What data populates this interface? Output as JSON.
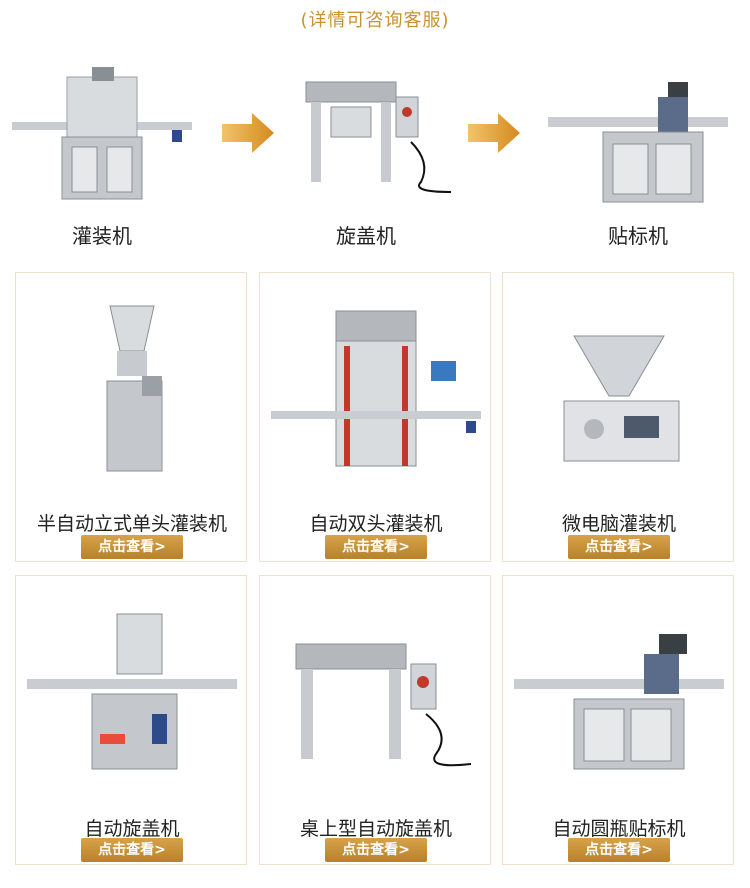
{
  "header": {
    "text": "(详情可咨询客服)"
  },
  "flow": [
    {
      "label": "灌装机",
      "icon": "filling-machine-icon"
    },
    {
      "label": "旋盖机",
      "icon": "capping-machine-icon"
    },
    {
      "label": "贴标机",
      "icon": "labeling-machine-icon"
    }
  ],
  "products": [
    {
      "name": "半自动立式单头灌装机",
      "button": "点击查看>"
    },
    {
      "name": "自动双头灌装机",
      "button": "点击查看>"
    },
    {
      "name": "微电脑灌装机",
      "button": "点击查看>"
    },
    {
      "name": "自动旋盖机",
      "button": "点击查看>"
    },
    {
      "name": "桌上型自动旋盖机",
      "button": "点击查看>"
    },
    {
      "name": "自动圆瓶贴标机",
      "button": "点击查看>"
    }
  ],
  "colors": {
    "accent": "#c8932e",
    "button": "#c08a32",
    "card_border": "#f0e1cc",
    "steel": "#b8bcc2"
  }
}
